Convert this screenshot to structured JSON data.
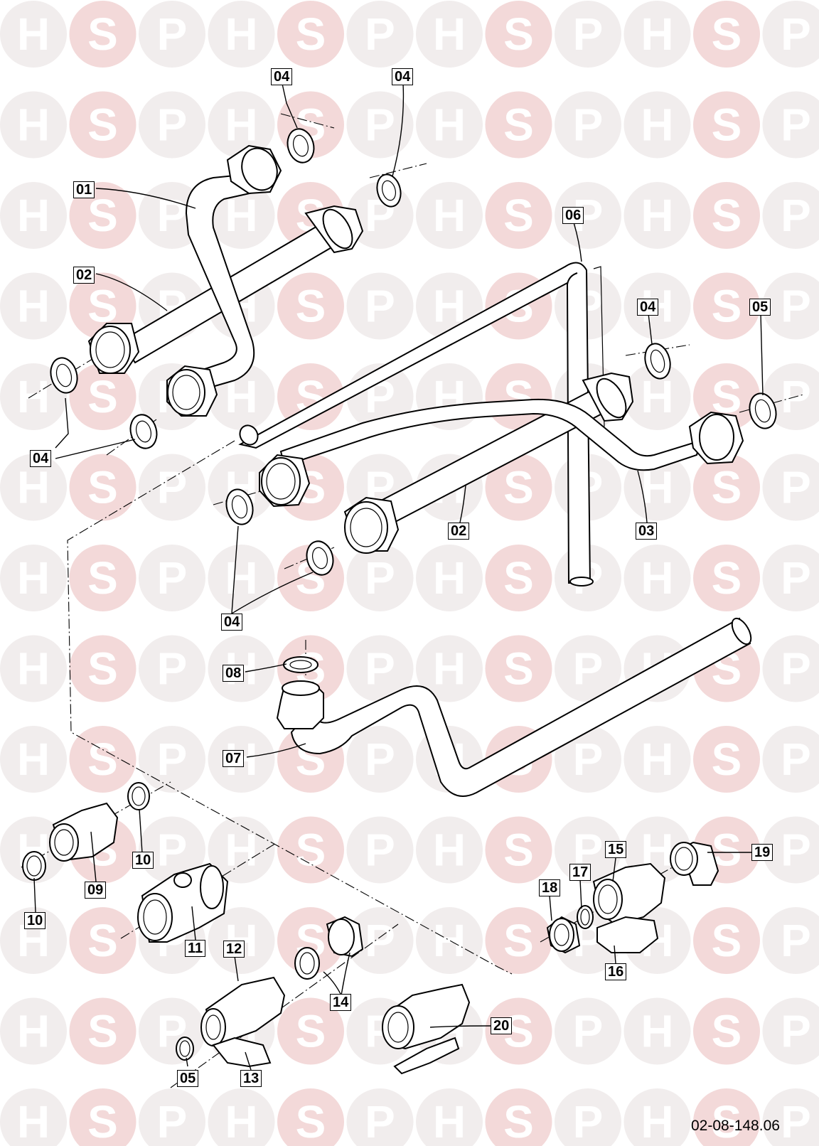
{
  "watermark": {
    "letters": [
      "H",
      "S",
      "P"
    ],
    "circle_color": "#f1eded",
    "s_circle_color": "#f3d9d9",
    "letter_color": "#ffffff"
  },
  "drawing_number": "02-08-148.06",
  "callouts": [
    {
      "id": "c01",
      "label": "01"
    },
    {
      "id": "c02a",
      "label": "02"
    },
    {
      "id": "c02b",
      "label": "02"
    },
    {
      "id": "c03",
      "label": "03"
    },
    {
      "id": "c04a",
      "label": "04"
    },
    {
      "id": "c04b",
      "label": "04"
    },
    {
      "id": "c04c",
      "label": "04"
    },
    {
      "id": "c04d",
      "label": "04"
    },
    {
      "id": "c04e",
      "label": "04"
    },
    {
      "id": "c05a",
      "label": "05"
    },
    {
      "id": "c05b",
      "label": "05"
    },
    {
      "id": "c06",
      "label": "06"
    },
    {
      "id": "c07",
      "label": "07"
    },
    {
      "id": "c08",
      "label": "08"
    },
    {
      "id": "c09",
      "label": "09"
    },
    {
      "id": "c10a",
      "label": "10"
    },
    {
      "id": "c10b",
      "label": "10"
    },
    {
      "id": "c11",
      "label": "11"
    },
    {
      "id": "c12",
      "label": "12"
    },
    {
      "id": "c13",
      "label": "13"
    },
    {
      "id": "c14",
      "label": "14"
    },
    {
      "id": "c15",
      "label": "15"
    },
    {
      "id": "c16",
      "label": "16"
    },
    {
      "id": "c17",
      "label": "17"
    },
    {
      "id": "c18",
      "label": "18"
    },
    {
      "id": "c19",
      "label": "19"
    },
    {
      "id": "c20",
      "label": "20"
    }
  ]
}
